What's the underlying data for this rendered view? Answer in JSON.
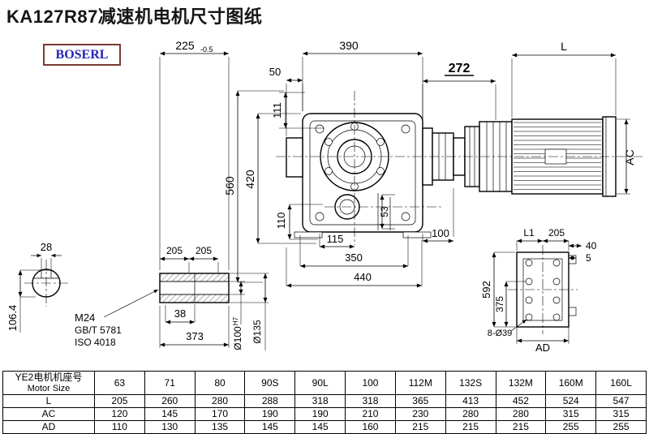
{
  "title": "KA127R87减速机电机尺寸图纸",
  "logo": "BOSERL",
  "colors": {
    "logo_border": "#7a3b35",
    "logo_text": "#2323bb",
    "line": "#000000",
    "background": "#ffffff"
  },
  "dims": {
    "d225": "225",
    "d225_tol": "-0.5",
    "d390": "390",
    "d272": "272",
    "dL": "L",
    "d50": "50",
    "d111": "111",
    "d560": "560",
    "d420": "420",
    "d110": "110",
    "d53": "53",
    "d115": "115",
    "d350": "350",
    "d440": "440",
    "d100": "100",
    "d28": "28",
    "d106_4": "106.4",
    "d205a": "205",
    "d205b": "205",
    "d38": "38",
    "d373": "373",
    "m24": "M24",
    "gbt": "GB/T 5781",
    "iso": "ISO 4018",
    "dia100": "Ø100",
    "dia100_sup": "H7",
    "dia135": "Ø135",
    "dL1": "L1",
    "d205r": "205",
    "d40": "40",
    "d5": "5",
    "d592": "592",
    "d375": "375",
    "d8d39": "8-Ø39",
    "dAD": "AD",
    "dAC": "AC"
  },
  "table": {
    "header_cn": "YE2电机机座号",
    "header_en": "Motor Size",
    "columns": [
      "63",
      "71",
      "80",
      "90S",
      "90L",
      "100",
      "112M",
      "132S",
      "132M",
      "160M",
      "160L"
    ],
    "rows": [
      {
        "label": "L",
        "values": [
          "205",
          "260",
          "280",
          "288",
          "318",
          "318",
          "365",
          "413",
          "452",
          "524",
          "547"
        ]
      },
      {
        "label": "AC",
        "values": [
          "120",
          "145",
          "170",
          "190",
          "190",
          "210",
          "230",
          "280",
          "280",
          "315",
          "315"
        ]
      },
      {
        "label": "AD",
        "values": [
          "110",
          "130",
          "135",
          "145",
          "145",
          "160",
          "215",
          "215",
          "215",
          "255",
          "255"
        ]
      }
    ]
  }
}
